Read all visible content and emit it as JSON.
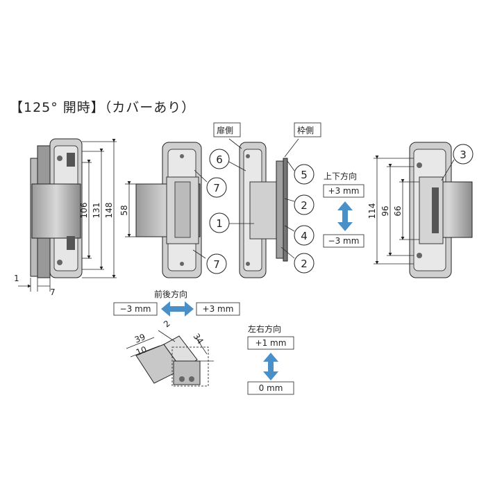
{
  "title": "【125° 開時】（カバーあり）",
  "labels": {
    "door_side": "扉側",
    "frame_side": "枠側",
    "vertical_dir": "上下方向",
    "front_back_dir": "前後方向",
    "left_right_dir": "左右方向"
  },
  "adjust": {
    "vertical_plus": "+3 mm",
    "vertical_minus": "−3 mm",
    "front_minus": "−3 mm",
    "front_plus": "+3 mm",
    "lr_plus": "+1 mm",
    "lr_zero": "0 mm"
  },
  "dims": {
    "d106": "106",
    "d131": "131",
    "d148": "148",
    "d58": "58",
    "d1": "1",
    "d7": "7",
    "d114": "114",
    "d96": "96",
    "d66": "66",
    "d39": "39",
    "d10": "10",
    "d2": "2",
    "d34": "34"
  },
  "callouts": [
    "1",
    "2",
    "2",
    "3",
    "4",
    "5",
    "6",
    "7",
    "7"
  ],
  "colors": {
    "metal": "#8a8a8a",
    "metal_light": "#c8c8c8",
    "arrow": "#4a90c8",
    "line": "#222222"
  }
}
